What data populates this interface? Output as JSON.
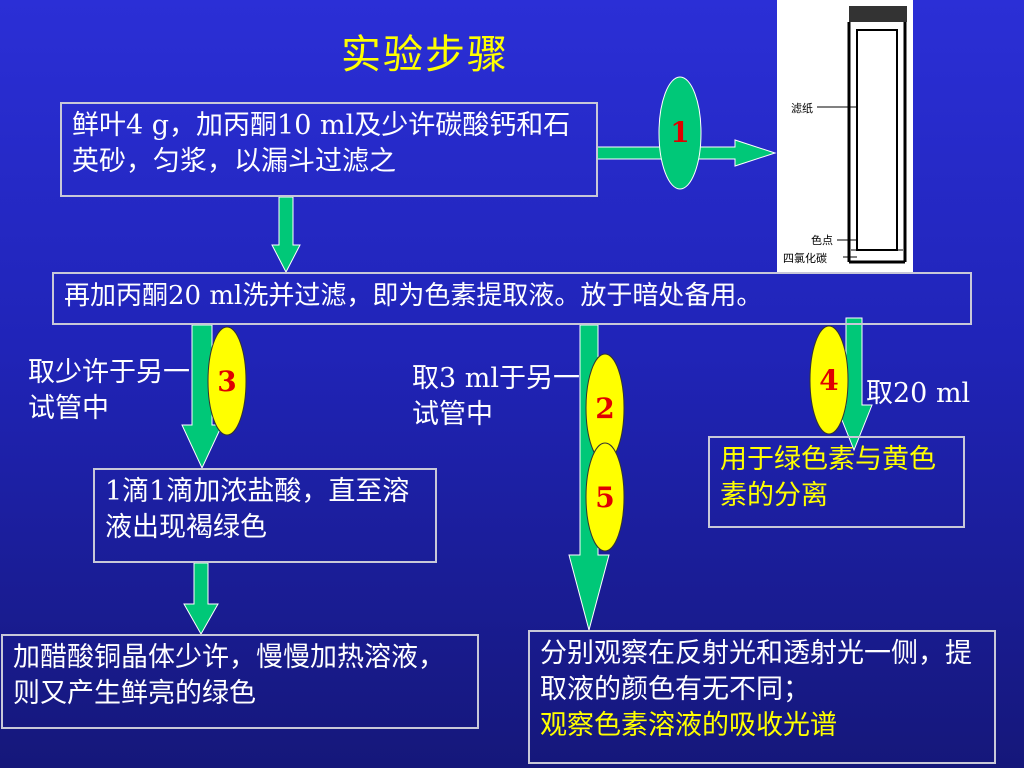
{
  "title": "实验步骤",
  "boxes": {
    "step1": "鲜叶4 g，加丙酮10 ml及少许碳酸钙和石英砂，匀浆，以漏斗过滤之",
    "step2": "再加丙酮20 ml洗并过滤，即为色素提取液。放于暗处备用。",
    "step3": "1滴1滴加浓盐酸，直至溶液出现褐绿色",
    "step4": "加醋酸铜晶体少许，慢慢加热溶液，则又产生鲜亮的绿色",
    "step5_line1": "分别观察在反射光和透射光一侧，提取液的颜色有无不同；",
    "step5_line2": "观察色素溶液的吸收光谱",
    "step6": "用于绿色素与黄色素的分离"
  },
  "labels": {
    "left_take": "取少许于另一试管中",
    "mid_take": "取3 ml于另一试管中",
    "right_take": "取20 ml"
  },
  "ovals": [
    "1",
    "3",
    "2",
    "5",
    "4"
  ],
  "image_labels": {
    "filter_paper": "滤纸",
    "color_spot": "色点",
    "ccl4": "四氯化碳"
  },
  "colors": {
    "arrow": "#00c878",
    "oval": "#ffff00",
    "oval_text": "#e00000"
  }
}
